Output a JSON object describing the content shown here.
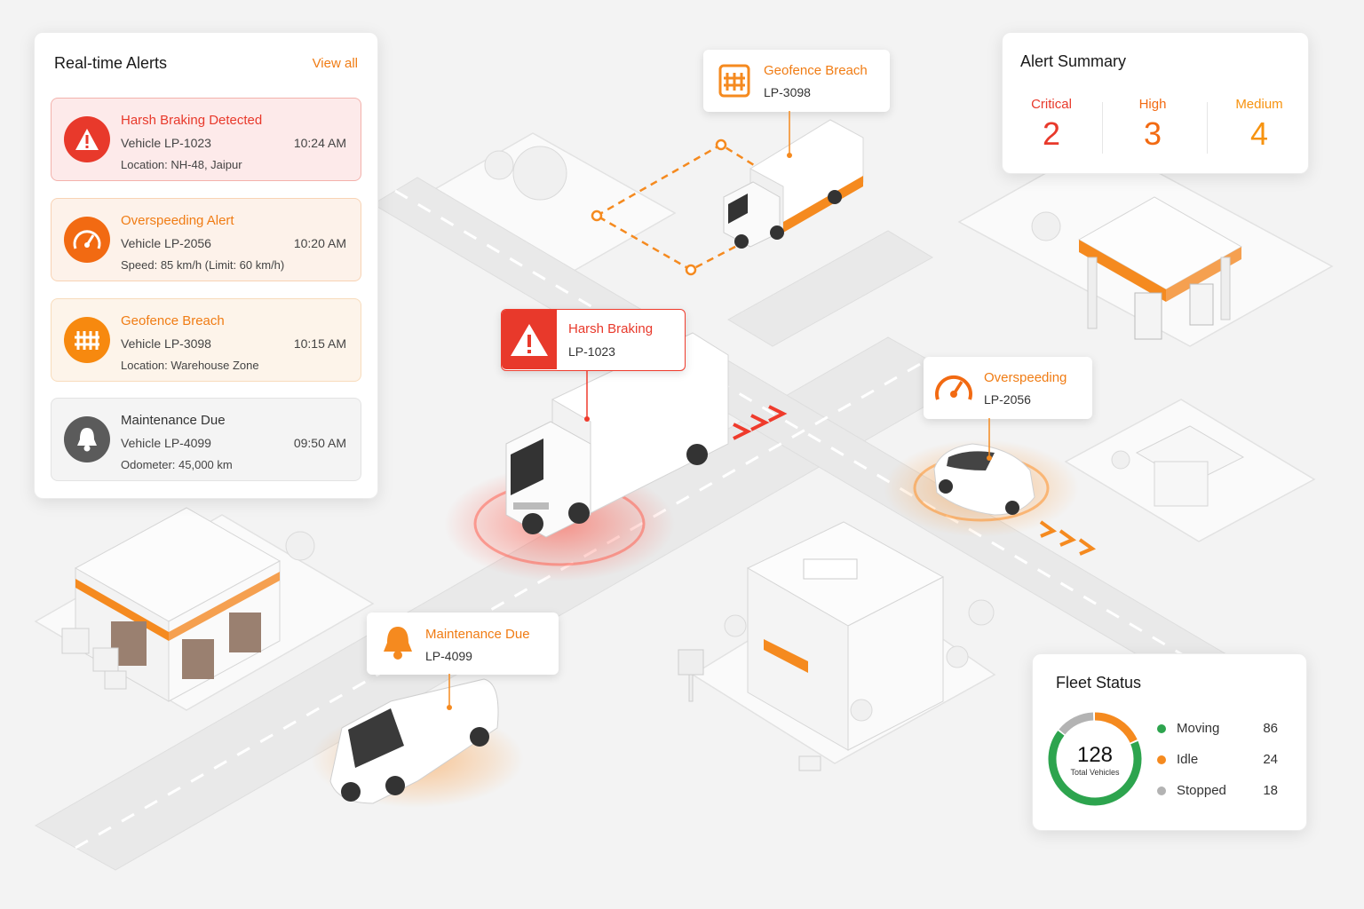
{
  "alerts_panel": {
    "title": "Real-time Alerts",
    "view_all": "View all",
    "items": [
      {
        "title": "Harsh Braking Detected",
        "vehicle": "Vehicle LP-1023",
        "time": "10:24 AM",
        "detail": "Location: NH-48, Jaipur",
        "icon": "warning-icon",
        "color": "#e8392b"
      },
      {
        "title": "Overspeeding Alert",
        "vehicle": "Vehicle LP-2056",
        "time": "10:20 AM",
        "detail": "Speed:  85 km/h (Limit: 60 km/h)",
        "icon": "speedometer-icon",
        "color": "#f26a12"
      },
      {
        "title": "Geofence Breach",
        "vehicle": "Vehicle LP-3098",
        "time": "10:15 AM",
        "detail": "Location: Warehouse Zone",
        "icon": "fence-icon",
        "color": "#f7890f"
      },
      {
        "title": "Maintenance Due",
        "vehicle": "Vehicle LP-4099",
        "time": "09:50 AM",
        "detail": "Odometer: 45,000 km",
        "icon": "bell-icon",
        "color": "#5b5b5b"
      }
    ]
  },
  "summary_panel": {
    "title": "Alert Summary",
    "levels": [
      {
        "label": "Critical",
        "count": "2",
        "color": "#e8392b"
      },
      {
        "label": "High",
        "count": "3",
        "color": "#f26a12"
      },
      {
        "label": "Medium",
        "count": "4",
        "color": "#f7930f"
      }
    ]
  },
  "fleet_panel": {
    "title": "Fleet Status",
    "total": "128",
    "total_label": "Total Vehicles",
    "statuses": [
      {
        "label": "Moving",
        "value": 86,
        "color": "#2da44e"
      },
      {
        "label": "Idle",
        "value": 24,
        "color": "#f58a1f"
      },
      {
        "label": "Stopped",
        "value": 18,
        "color": "#b3b3b3"
      }
    ]
  },
  "map_callouts": {
    "geofence": {
      "title": "Geofence Breach",
      "plate": "LP-3098",
      "icon": "fence-icon"
    },
    "harsh_braking": {
      "title": "Harsh Braking",
      "plate": "LP-1023",
      "icon": "warning-icon"
    },
    "overspeeding": {
      "title": "Overspeeding",
      "plate": "LP-2056",
      "icon": "speedometer-icon"
    },
    "maintenance": {
      "title": "Maintenance Due",
      "plate": "LP-4099",
      "icon": "bell-icon"
    }
  },
  "colors": {
    "critical": "#e8392b",
    "high": "#f26a12",
    "medium": "#f7930f",
    "accent": "#f07c14"
  }
}
